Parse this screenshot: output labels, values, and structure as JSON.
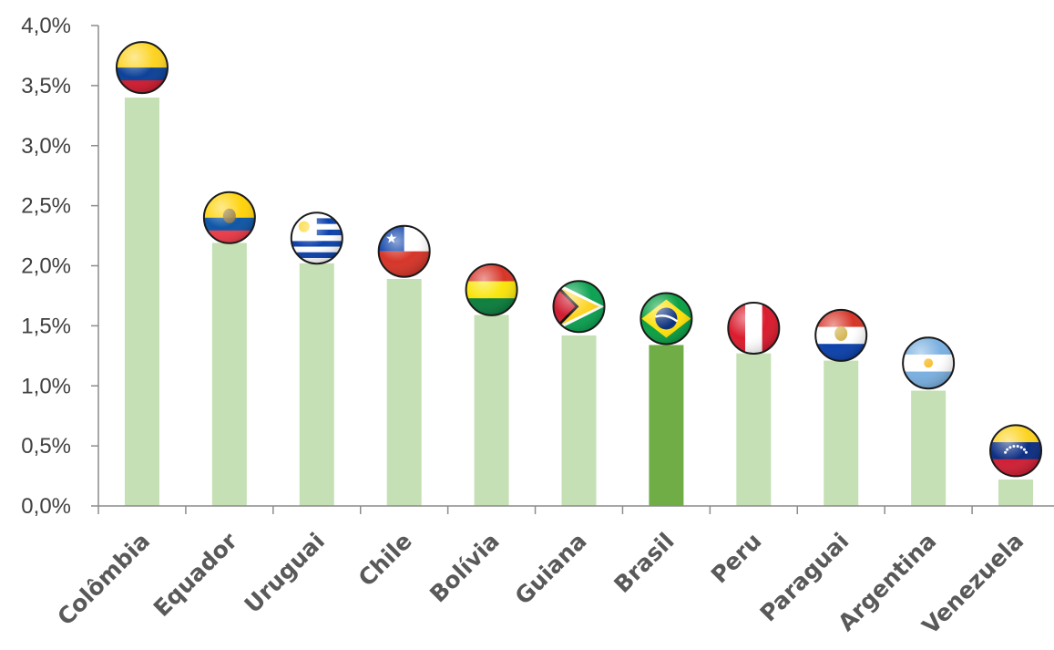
{
  "chart_data": {
    "type": "bar",
    "categories": [
      "Colômbia",
      "Equador",
      "Uruguai",
      "Chile",
      "Bolívia",
      "Guiana",
      "Brasil",
      "Peru",
      "Paraguai",
      "Argentina",
      "Venezuela"
    ],
    "values": [
      3.4,
      2.19,
      2.02,
      1.89,
      1.59,
      1.42,
      1.34,
      1.27,
      1.21,
      0.96,
      0.22
    ],
    "highlight": "Brasil",
    "ylim": [
      0,
      4
    ],
    "yticks": [
      "0,0%",
      "0,5%",
      "1,0%",
      "1,5%",
      "2,0%",
      "2,5%",
      "3,0%",
      "3,5%",
      "4,0%"
    ],
    "grid": false,
    "colors": {
      "bar": "#c5e0b4",
      "highlight": "#70ad47",
      "axis": "#8c8c8c"
    },
    "markers": [
      {
        "category": "Colômbia",
        "icon": "colombia-flag-icon",
        "y": 3.65
      },
      {
        "category": "Equador",
        "icon": "ecuador-flag-icon",
        "y": 2.4
      },
      {
        "category": "Uruguai",
        "icon": "uruguay-flag-icon",
        "y": 2.23
      },
      {
        "category": "Chile",
        "icon": "chile-flag-icon",
        "y": 2.12
      },
      {
        "category": "Bolívia",
        "icon": "bolivia-flag-icon",
        "y": 1.8
      },
      {
        "category": "Guiana",
        "icon": "guyana-flag-icon",
        "y": 1.66
      },
      {
        "category": "Brasil",
        "icon": "brazil-flag-icon",
        "y": 1.56
      },
      {
        "category": "Peru",
        "icon": "peru-flag-icon",
        "y": 1.48
      },
      {
        "category": "Paraguai",
        "icon": "paraguay-flag-icon",
        "y": 1.42
      },
      {
        "category": "Argentina",
        "icon": "argentina-flag-icon",
        "y": 1.19
      },
      {
        "category": "Venezuela",
        "icon": "venezuela-flag-icon",
        "y": 0.46
      }
    ]
  }
}
